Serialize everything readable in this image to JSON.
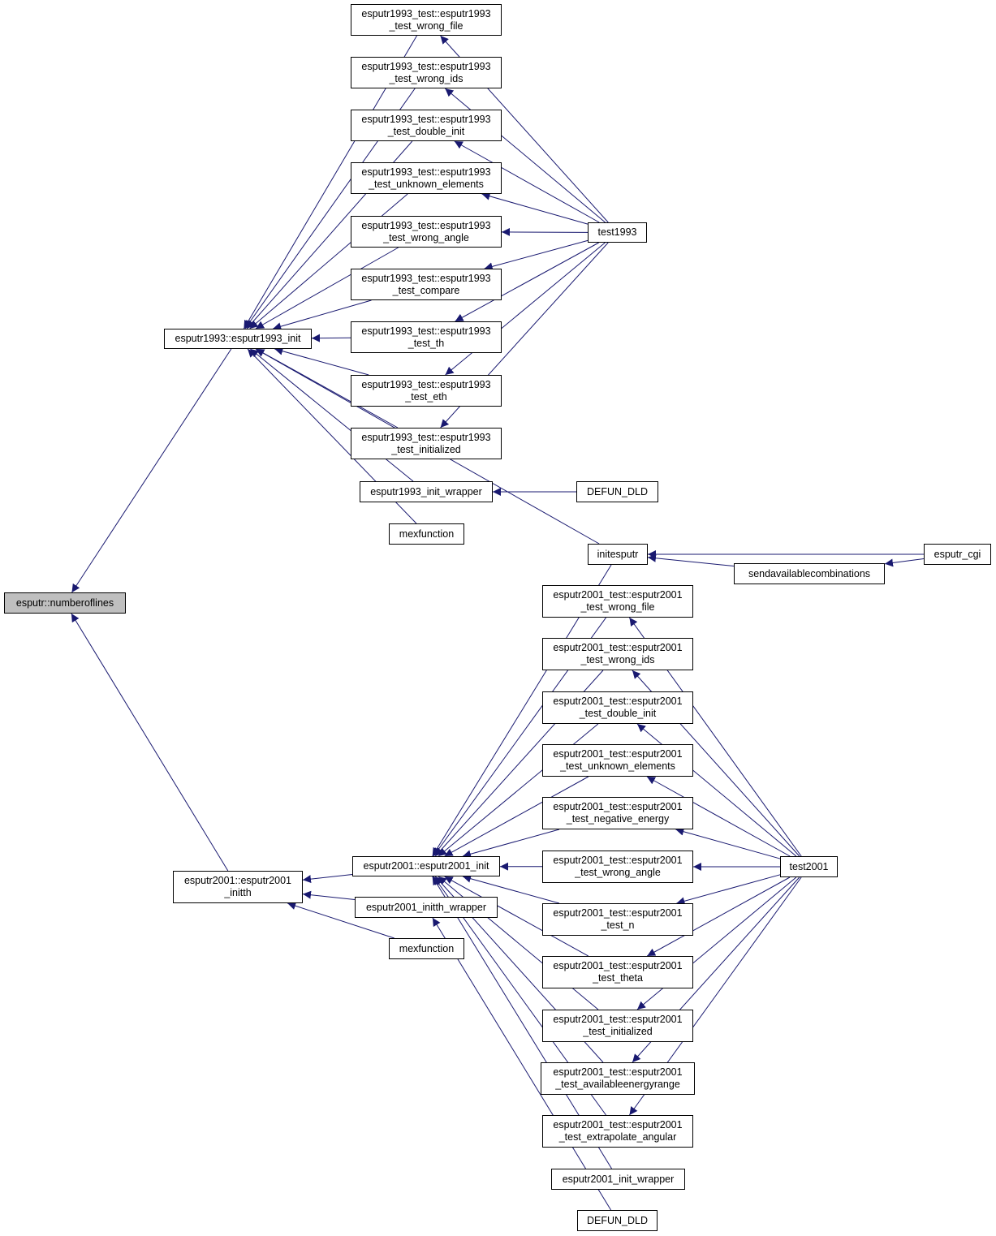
{
  "colors": {
    "edge": "#191970",
    "node_border": "#000000",
    "focus_fill": "#bfbfbf"
  },
  "nodes": {
    "numberoflines": {
      "l1": "esputr::numberoflines"
    },
    "e1993_init": {
      "l1": "esputr1993::esputr1993_init"
    },
    "e2001_initth": {
      "l1": "esputr2001::esputr2001",
      "l2": "_initth"
    },
    "t93_wrong_file": {
      "l1": "esputr1993_test::esputr1993",
      "l2": "_test_wrong_file"
    },
    "t93_wrong_ids": {
      "l1": "esputr1993_test::esputr1993",
      "l2": "_test_wrong_ids"
    },
    "t93_double_init": {
      "l1": "esputr1993_test::esputr1993",
      "l2": "_test_double_init"
    },
    "t93_unknown": {
      "l1": "esputr1993_test::esputr1993",
      "l2": "_test_unknown_elements"
    },
    "t93_wrong_angle": {
      "l1": "esputr1993_test::esputr1993",
      "l2": "_test_wrong_angle"
    },
    "t93_compare": {
      "l1": "esputr1993_test::esputr1993",
      "l2": "_test_compare"
    },
    "t93_th": {
      "l1": "esputr1993_test::esputr1993",
      "l2": "_test_th"
    },
    "t93_eth": {
      "l1": "esputr1993_test::esputr1993",
      "l2": "_test_eth"
    },
    "t93_initialized": {
      "l1": "esputr1993_test::esputr1993",
      "l2": "_test_initialized"
    },
    "e1993_wrapper": {
      "l1": "esputr1993_init_wrapper"
    },
    "mex1": {
      "l1": "mexfunction"
    },
    "test1993": {
      "l1": "test1993"
    },
    "defun1": {
      "l1": "DEFUN_DLD"
    },
    "initesputr": {
      "l1": "initesputr"
    },
    "sendavail": {
      "l1": "sendavailablecombinations"
    },
    "esputr_cgi": {
      "l1": "esputr_cgi"
    },
    "e2001_init": {
      "l1": "esputr2001::esputr2001_init"
    },
    "e2001_initth_wrapper": {
      "l1": "esputr2001_initth_wrapper"
    },
    "mex2": {
      "l1": "mexfunction"
    },
    "t01_wrong_file": {
      "l1": "esputr2001_test::esputr2001",
      "l2": "_test_wrong_file"
    },
    "t01_wrong_ids": {
      "l1": "esputr2001_test::esputr2001",
      "l2": "_test_wrong_ids"
    },
    "t01_double_init": {
      "l1": "esputr2001_test::esputr2001",
      "l2": "_test_double_init"
    },
    "t01_unknown": {
      "l1": "esputr2001_test::esputr2001",
      "l2": "_test_unknown_elements"
    },
    "t01_neg_energy": {
      "l1": "esputr2001_test::esputr2001",
      "l2": "_test_negative_energy"
    },
    "t01_wrong_angle": {
      "l1": "esputr2001_test::esputr2001",
      "l2": "_test_wrong_angle"
    },
    "t01_n": {
      "l1": "esputr2001_test::esputr2001",
      "l2": "_test_n"
    },
    "t01_theta": {
      "l1": "esputr2001_test::esputr2001",
      "l2": "_test_theta"
    },
    "t01_initialized": {
      "l1": "esputr2001_test::esputr2001",
      "l2": "_test_initialized"
    },
    "t01_avail_range": {
      "l1": "esputr2001_test::esputr2001",
      "l2": "_test_availableenergyrange"
    },
    "t01_extrapolate": {
      "l1": "esputr2001_test::esputr2001",
      "l2": "_test_extrapolate_angular"
    },
    "test2001": {
      "l1": "test2001"
    },
    "e2001_init_wrapper": {
      "l1": "esputr2001_init_wrapper"
    },
    "defun2": {
      "l1": "DEFUN_DLD"
    }
  },
  "edges": [
    [
      "e1993_init",
      "numberoflines"
    ],
    [
      "e2001_initth",
      "numberoflines"
    ],
    [
      "t93_wrong_file",
      "e1993_init"
    ],
    [
      "t93_wrong_ids",
      "e1993_init"
    ],
    [
      "t93_double_init",
      "e1993_init"
    ],
    [
      "t93_unknown",
      "e1993_init"
    ],
    [
      "t93_wrong_angle",
      "e1993_init"
    ],
    [
      "t93_compare",
      "e1993_init"
    ],
    [
      "t93_th",
      "e1993_init"
    ],
    [
      "t93_eth",
      "e1993_init"
    ],
    [
      "t93_initialized",
      "e1993_init"
    ],
    [
      "e1993_wrapper",
      "e1993_init"
    ],
    [
      "mex1",
      "e1993_init"
    ],
    [
      "initesputr",
      "e1993_init"
    ],
    [
      "test1993",
      "t93_wrong_file"
    ],
    [
      "test1993",
      "t93_wrong_ids"
    ],
    [
      "test1993",
      "t93_double_init"
    ],
    [
      "test1993",
      "t93_unknown"
    ],
    [
      "test1993",
      "t93_wrong_angle"
    ],
    [
      "test1993",
      "t93_compare"
    ],
    [
      "test1993",
      "t93_th"
    ],
    [
      "test1993",
      "t93_eth"
    ],
    [
      "test1993",
      "t93_initialized"
    ],
    [
      "defun1",
      "e1993_wrapper"
    ],
    [
      "esputr_cgi",
      "initesputr"
    ],
    [
      "sendavail",
      "initesputr"
    ],
    [
      "esputr_cgi",
      "sendavail"
    ],
    [
      "e2001_init",
      "e2001_initth"
    ],
    [
      "e2001_initth_wrapper",
      "e2001_initth"
    ],
    [
      "mex2",
      "e2001_initth"
    ],
    [
      "initesputr",
      "e2001_init"
    ],
    [
      "t01_wrong_file",
      "e2001_init"
    ],
    [
      "t01_wrong_ids",
      "e2001_init"
    ],
    [
      "t01_double_init",
      "e2001_init"
    ],
    [
      "t01_unknown",
      "e2001_init"
    ],
    [
      "t01_neg_energy",
      "e2001_init"
    ],
    [
      "t01_wrong_angle",
      "e2001_init"
    ],
    [
      "t01_n",
      "e2001_init"
    ],
    [
      "t01_theta",
      "e2001_init"
    ],
    [
      "t01_initialized",
      "e2001_init"
    ],
    [
      "t01_avail_range",
      "e2001_init"
    ],
    [
      "t01_extrapolate",
      "e2001_init"
    ],
    [
      "e2001_init_wrapper",
      "e2001_init"
    ],
    [
      "defun2",
      "e2001_initth_wrapper"
    ],
    [
      "test2001",
      "t01_wrong_file"
    ],
    [
      "test2001",
      "t01_wrong_ids"
    ],
    [
      "test2001",
      "t01_double_init"
    ],
    [
      "test2001",
      "t01_unknown"
    ],
    [
      "test2001",
      "t01_neg_energy"
    ],
    [
      "test2001",
      "t01_wrong_angle"
    ],
    [
      "test2001",
      "t01_n"
    ],
    [
      "test2001",
      "t01_theta"
    ],
    [
      "test2001",
      "t01_initialized"
    ],
    [
      "test2001",
      "t01_avail_range"
    ],
    [
      "test2001",
      "t01_extrapolate"
    ]
  ]
}
